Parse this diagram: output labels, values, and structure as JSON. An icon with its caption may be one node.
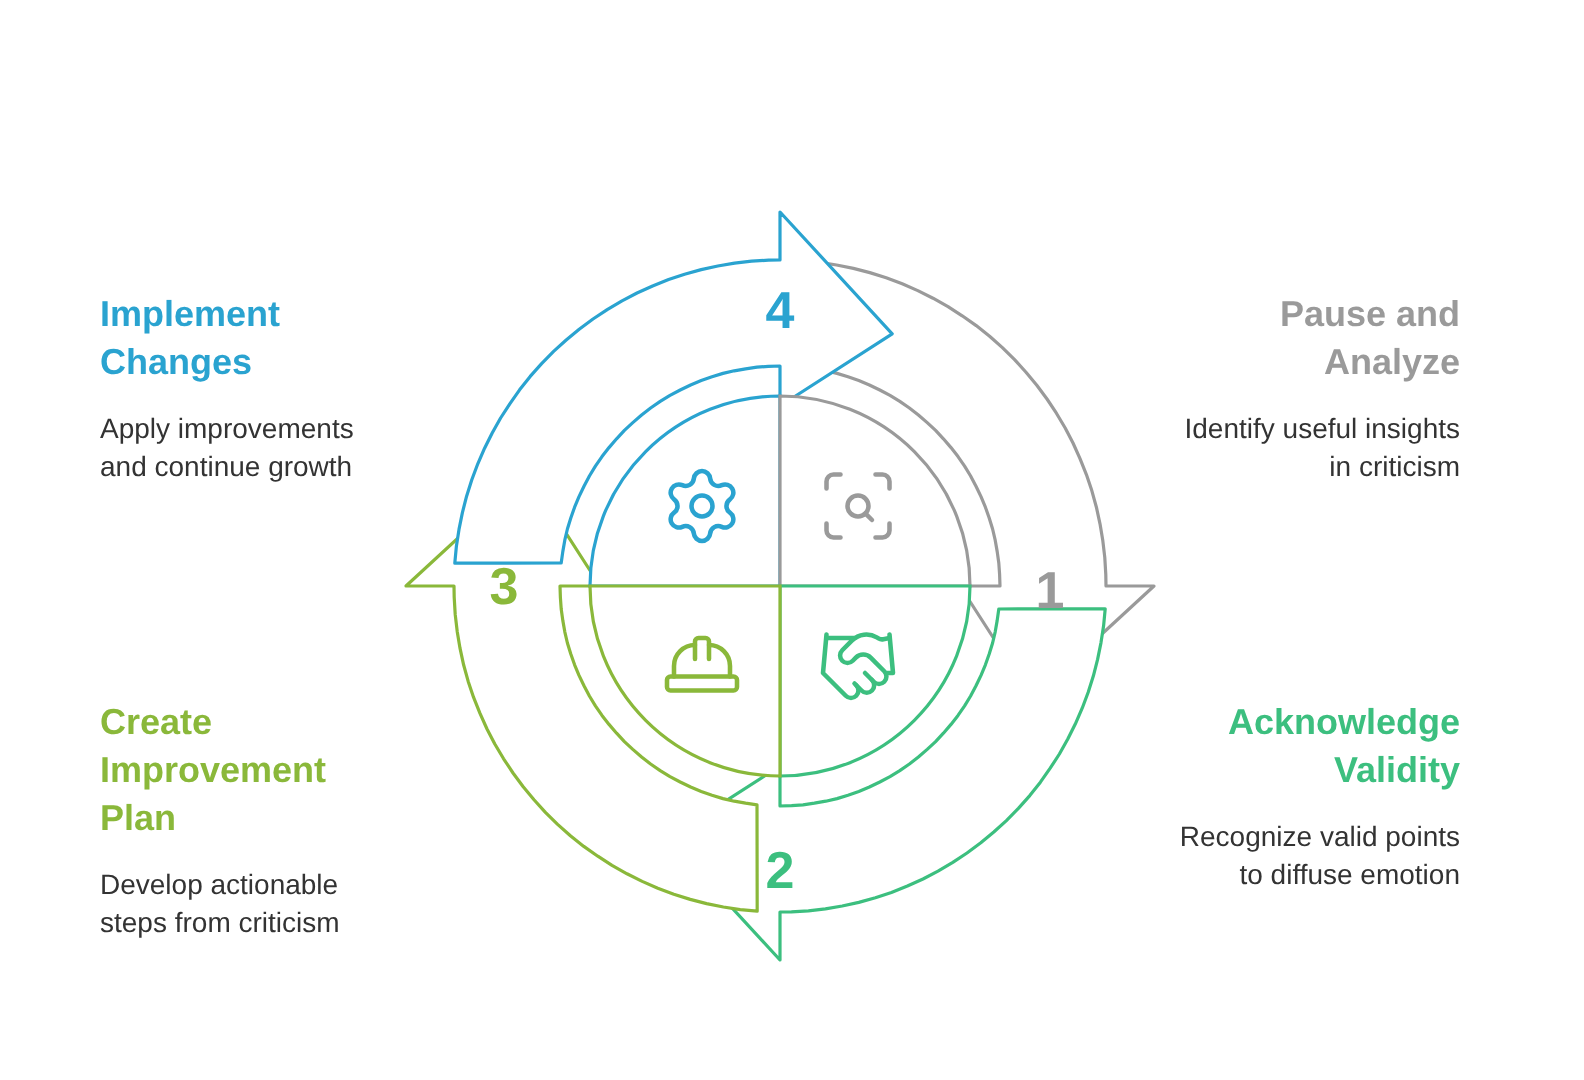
{
  "diagram": {
    "nodes": [
      {
        "text": [
          "Implement Changes",
          "Apply improvements and continue growth"
        ]
      },
      {
        "text": [
          "Pause and Analyze",
          "Identify useful insights in criticism"
        ]
      },
      {
        "text": [
          "Create Improvement Plan",
          "Develop actionable steps from criticism"
        ]
      },
      {
        "text": [
          "Acknowledge Validity",
          "Recognize valid points to diffuse emotion"
        ]
      },
      {
        "text": [
          "1"
        ]
      },
      {
        "text": [
          "2"
        ]
      },
      {
        "text": [
          "3"
        ]
      },
      {
        "text": [
          "4"
        ]
      }
    ],
    "edges": [
      {
        "from": 7,
        "to": 4,
        "arrow": "to",
        "color": "#9a9a9a"
      },
      {
        "from": 4,
        "to": 5,
        "arrow": "to",
        "color": "#3cbf7f"
      },
      {
        "from": 5,
        "to": 6,
        "arrow": "to",
        "color": "#8ab83a"
      },
      {
        "from": 6,
        "to": 7,
        "arrow": "to",
        "color": "#2aa3d0"
      }
    ]
  }
}
